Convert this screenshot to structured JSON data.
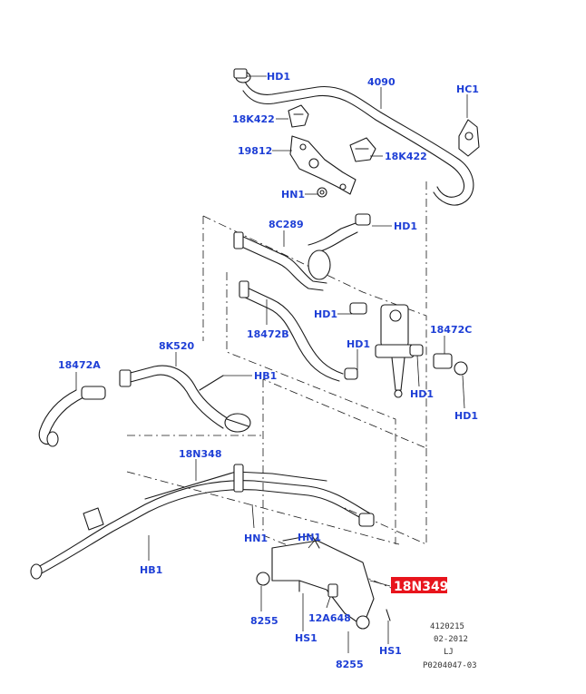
{
  "callouts": {
    "hd1_top": "HD1",
    "p4090": "4090",
    "hc1": "HC1",
    "p18k422_left": "18K422",
    "p19812": "19812",
    "p18k422_right": "18K422",
    "hn1_upper": "HN1",
    "p8c289": "8C289",
    "hd1_right_upper": "HD1",
    "hd1_mid": "HD1",
    "p18472c": "18472C",
    "p18472b": "18472B",
    "hd1_center": "HD1",
    "p8k520": "8K520",
    "p18472a": "18472A",
    "hb1_upper": "HB1",
    "hd1_right_a": "HD1",
    "hd1_right_b": "HD1",
    "p18n348": "18N348",
    "hn1_left": "HN1",
    "hn1_right": "HN1",
    "hb1_lower": "HB1",
    "p18n349": "18N349",
    "p8255_left": "8255",
    "p12a648": "12A648",
    "hs1_left": "HS1",
    "hs1_right": "HS1",
    "p8255_bottom": "8255"
  },
  "meta": {
    "code": "4120215",
    "date": "02-2012",
    "initials": "LJ",
    "ref": "P0204047-03"
  },
  "colors": {
    "callout": "#1e3fd6",
    "highlight": "#e8141c",
    "line": "#1a1a1a"
  }
}
